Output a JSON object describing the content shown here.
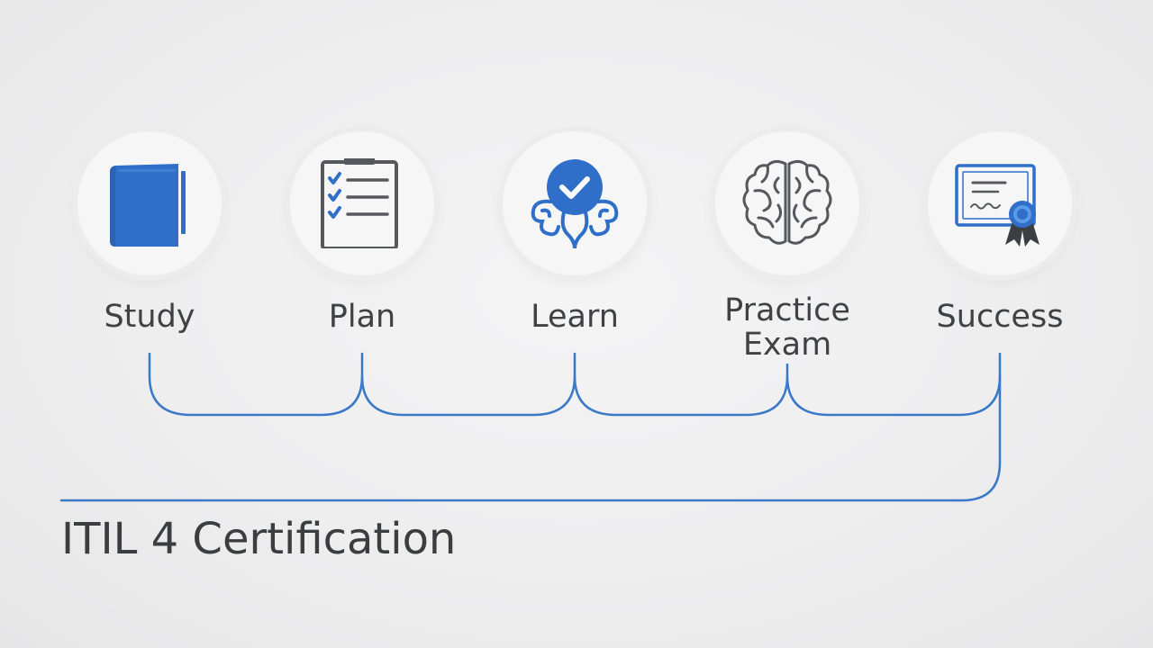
{
  "colors": {
    "accent": "#2f6fc9",
    "line": "#3a78c8",
    "text": "#3f4245",
    "icon_gray": "#55585c"
  },
  "steps": [
    {
      "label": "Study",
      "icon": "book-icon"
    },
    {
      "label": "Plan",
      "icon": "clipboard-checklist-icon"
    },
    {
      "label": "Learn",
      "icon": "brain-check-icon"
    },
    {
      "label": "Practice\nExam",
      "icon": "brain-icon"
    },
    {
      "label": "Success",
      "icon": "certificate-icon"
    }
  ],
  "title": "ITIL 4 Certification"
}
